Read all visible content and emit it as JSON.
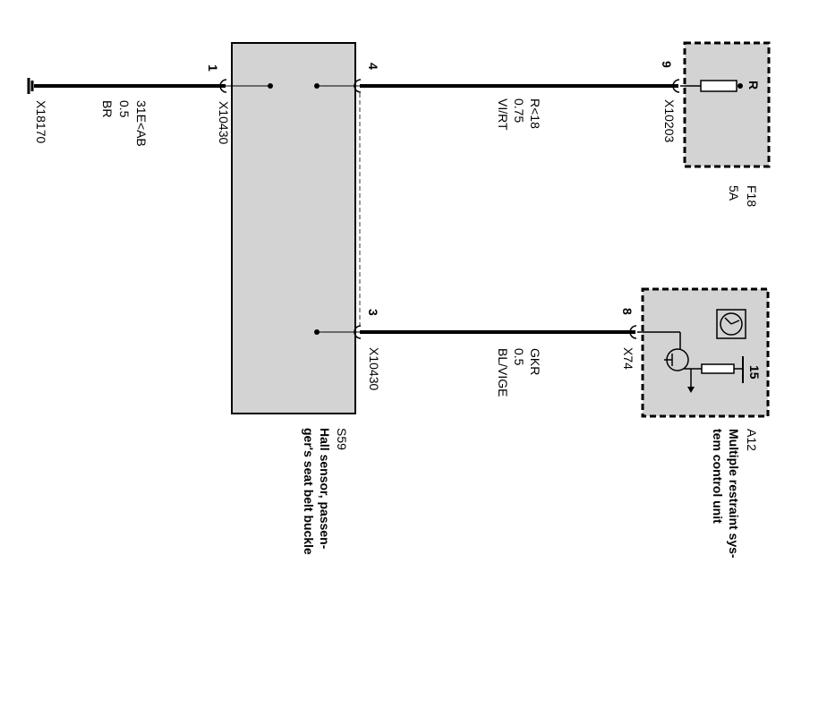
{
  "components": {
    "ground": {
      "connector": "X18170"
    },
    "ground_wire": {
      "circuit": "31E<AB",
      "size": "0.5",
      "color": "BR"
    },
    "s59": {
      "id": "S59",
      "desc": [
        "Hall sensor, passen-",
        "ger's seat belt buckle"
      ],
      "connector_top": "X10430",
      "connector_bottom": "X10430",
      "pin_ground": "1",
      "pin_supply": "4",
      "pin_signal": "3"
    },
    "supply_wire": {
      "circuit": "R<18",
      "size": "0.75",
      "color": "VI/RT"
    },
    "signal_wire": {
      "circuit": "GKR",
      "size": "0.5",
      "color": "BL/VIGE"
    },
    "f18": {
      "id": "F18",
      "rating": "5A",
      "connector": "X10203",
      "pin": "9",
      "terminal": "R"
    },
    "a12": {
      "id": "A12",
      "desc": [
        "Multiple restraint sys-",
        "tem control unit"
      ],
      "connector": "X74",
      "pin": "8",
      "pin_internal": "15"
    }
  },
  "colors": {
    "box_fill": "#d3d3d3",
    "line": "#000000",
    "dashed": "#9a9a9a"
  }
}
